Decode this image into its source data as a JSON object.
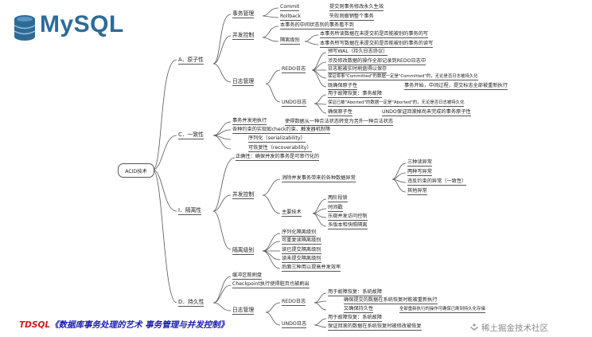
{
  "logo": {
    "text": "MySQL"
  },
  "root": {
    "label": "ACID技术"
  },
  "atomicity": {
    "label": "A．原子性",
    "txn_mgmt": {
      "label": "事务管理",
      "commit": {
        "label": "Commit",
        "desc": "提交则事务修改永久生效"
      },
      "rollback": {
        "label": "Rollback",
        "desc": "失败则撤销整个事务"
      }
    },
    "concurrency": {
      "label": "并发控制",
      "no_mid": "本事务的中间状态别的事务看不到",
      "isolation": {
        "label": "隔离级别",
        "desc1": "本事务所读数据在未提交前是否能被别的事务的写",
        "desc2": "本事务所写数据在未提交前是否能被别的事务的读写"
      }
    },
    "logs": {
      "label": "日志管理",
      "redo": {
        "label": "REDO日志",
        "header": "预写WAL（持久日志协议）",
        "d1": "涉及修改数据的操作全部记录到REDO日志中",
        "d2": "日志能被实时刷盘得以保存",
        "d3": "保证将事\"Committed\"的数据一定是\"Committed\"的，无论是否日志被持久化",
        "d4": {
          "label": "既确保原子性",
          "desc": "事务开始，中间过程，提交标志全部被重新执行"
        }
      },
      "undo": {
        "label": "UNDO日志",
        "d1": "用于故障恢复：事务故障",
        "d2": "保证已被\"Aborted\"的数据一定是\"Aborted\"的，无论是否日志被持久化",
        "d3": {
          "label": "确保原子性",
          "desc": "UNDO保证回滚掉尚未完成的事务原子性"
        }
      }
    }
  },
  "consistency": {
    "label": "C．一致性",
    "items": [
      "事务并发地执行",
      "使得数据从一种合法状态转变为另外一种合法状态",
      "各种约束的实现如check约束、触发器机制等",
      "序列化（serializability）",
      "可恢复性（recoverability）"
    ]
  },
  "isolation": {
    "label": "I．隔离性",
    "correctness": "正确性：确保并发的事务是可串行化的",
    "cc": {
      "label": "并发控制",
      "eliminate": "消除并发事务带来的各种数据异常",
      "anomalies": [
        "三种读异常",
        "两种写异常",
        "违反约束的异常（一致性）",
        "其他异常"
      ],
      "tech": {
        "label": "主要技术",
        "items": [
          "两阶段锁",
          "时间戳",
          "乐观并发访问控制",
          "多版本和快照隔离"
        ]
      }
    },
    "levels": {
      "label": "隔离级别",
      "items": [
        "序列化隔离级别",
        "可重复读隔离级别",
        "读已提交隔离级别",
        "读未提交隔离级别",
        "后面三种用以提高并发效率"
      ]
    }
  },
  "durability": {
    "label": "D．持久性",
    "buffer": "缓冲区能刷盘",
    "checkpoint": "Checkpoint执行使得脏页也被刷出",
    "logs": {
      "label": "日志管理",
      "redo": {
        "label": "REDO日志",
        "d1": "用于故障恢复：系统故障",
        "d2": "确保提交的数据在系统恢复时能被重新执行",
        "d3": {
          "label": "又确保持久性",
          "desc": "全部重新执行的操作可确保已刷到持久化存储"
        }
      },
      "undo": {
        "label": "UNDO日志",
        "d1": "用于故障恢复：系统故障",
        "d2": "保证回滚的数据在系统恢复时被修改被恢复"
      }
    }
  },
  "caption": {
    "brand": "TDSQL",
    "text": "《数据库事务处理的艺术 事务管理与并发控制》"
  },
  "watermark": "稀土掘金技术社区",
  "colors": {
    "logo": "#2d6b97",
    "caption": "#1a1ab0",
    "brand": "#d61a1a",
    "line": "#555555"
  }
}
